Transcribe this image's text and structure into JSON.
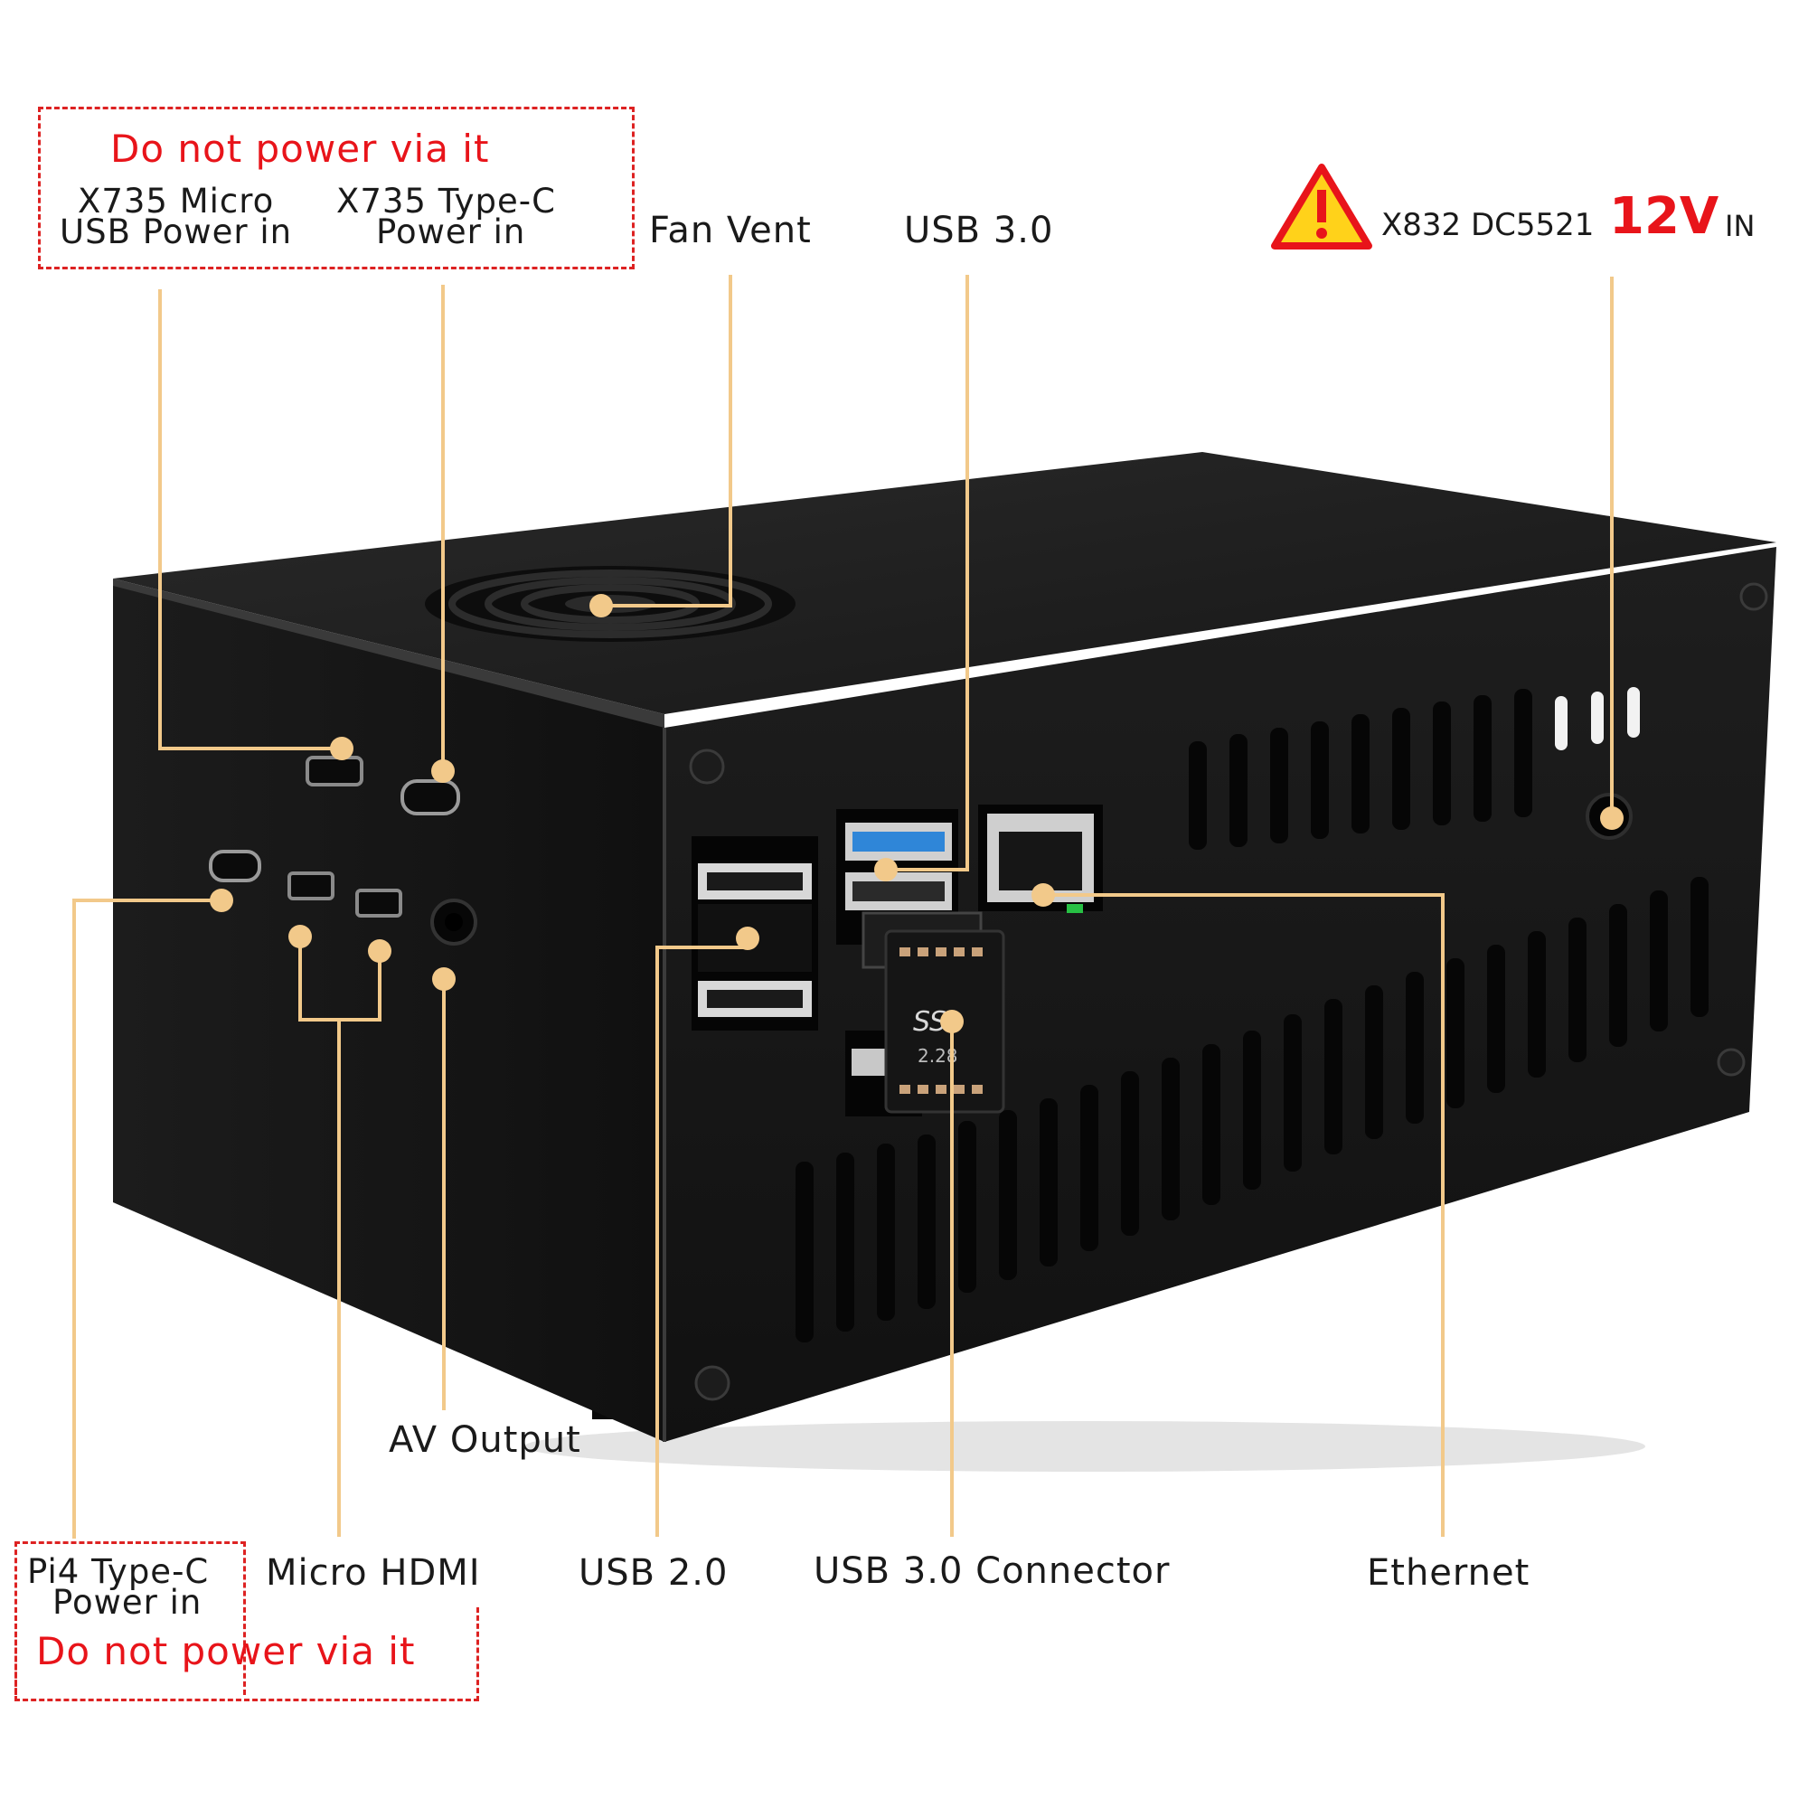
{
  "callouts": {
    "top_warning": "Do not power via it",
    "x735_micro": [
      "X735 Micro",
      "USB Power in"
    ],
    "x735_typec": [
      "X735 Type-C",
      "Power in"
    ],
    "fan_vent": "Fan Vent",
    "usb30_top": "USB 3.0",
    "x832_prefix": "X832 DC5521",
    "x832_voltage": "12V",
    "x832_suffix": "IN",
    "av_output": "AV Output",
    "pi4_typec": [
      "Pi4 Type-C",
      "Power in"
    ],
    "bottom_warning": "Do not power via it",
    "micro_hdmi": "Micro HDMI",
    "usb20": "USB 2.0",
    "usb30_connector": "USB 3.0 Connector",
    "ethernet": "Ethernet",
    "ss_badge": "SS",
    "ss_number": "2.28"
  },
  "colors": {
    "leader_line": "#f2c98a",
    "warning_red": "#e8141a",
    "case_black": "#141414",
    "usb3_blue": "#2f86d8",
    "warning_yellow": "#ffd21a"
  }
}
